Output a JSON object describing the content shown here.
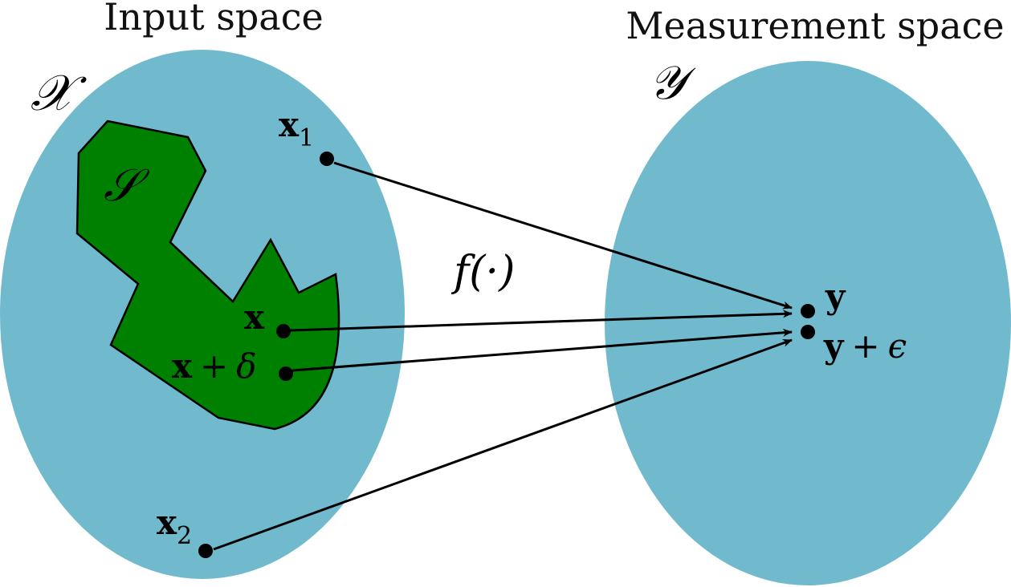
{
  "colors": {
    "space_fill": "#71bace",
    "set_fill": "#008000",
    "ink": "#000000",
    "background": "#ffffff"
  },
  "input_space": {
    "title": "Input space",
    "symbol": "𝒳",
    "set_symbol": "𝒮"
  },
  "measurement_space": {
    "title": "Measurement space",
    "symbol": "𝒴"
  },
  "mapping": {
    "label": "f(·)"
  },
  "points": {
    "x1": {
      "base": "x",
      "sub": "1"
    },
    "x2": {
      "base": "x",
      "sub": "2"
    },
    "x": {
      "label": "x"
    },
    "x_delta": {
      "base": "x",
      "op": "+",
      "pert": "δ"
    },
    "y": {
      "label": "y"
    },
    "y_eps": {
      "base": "y",
      "op": "+",
      "pert": "ϵ"
    }
  }
}
